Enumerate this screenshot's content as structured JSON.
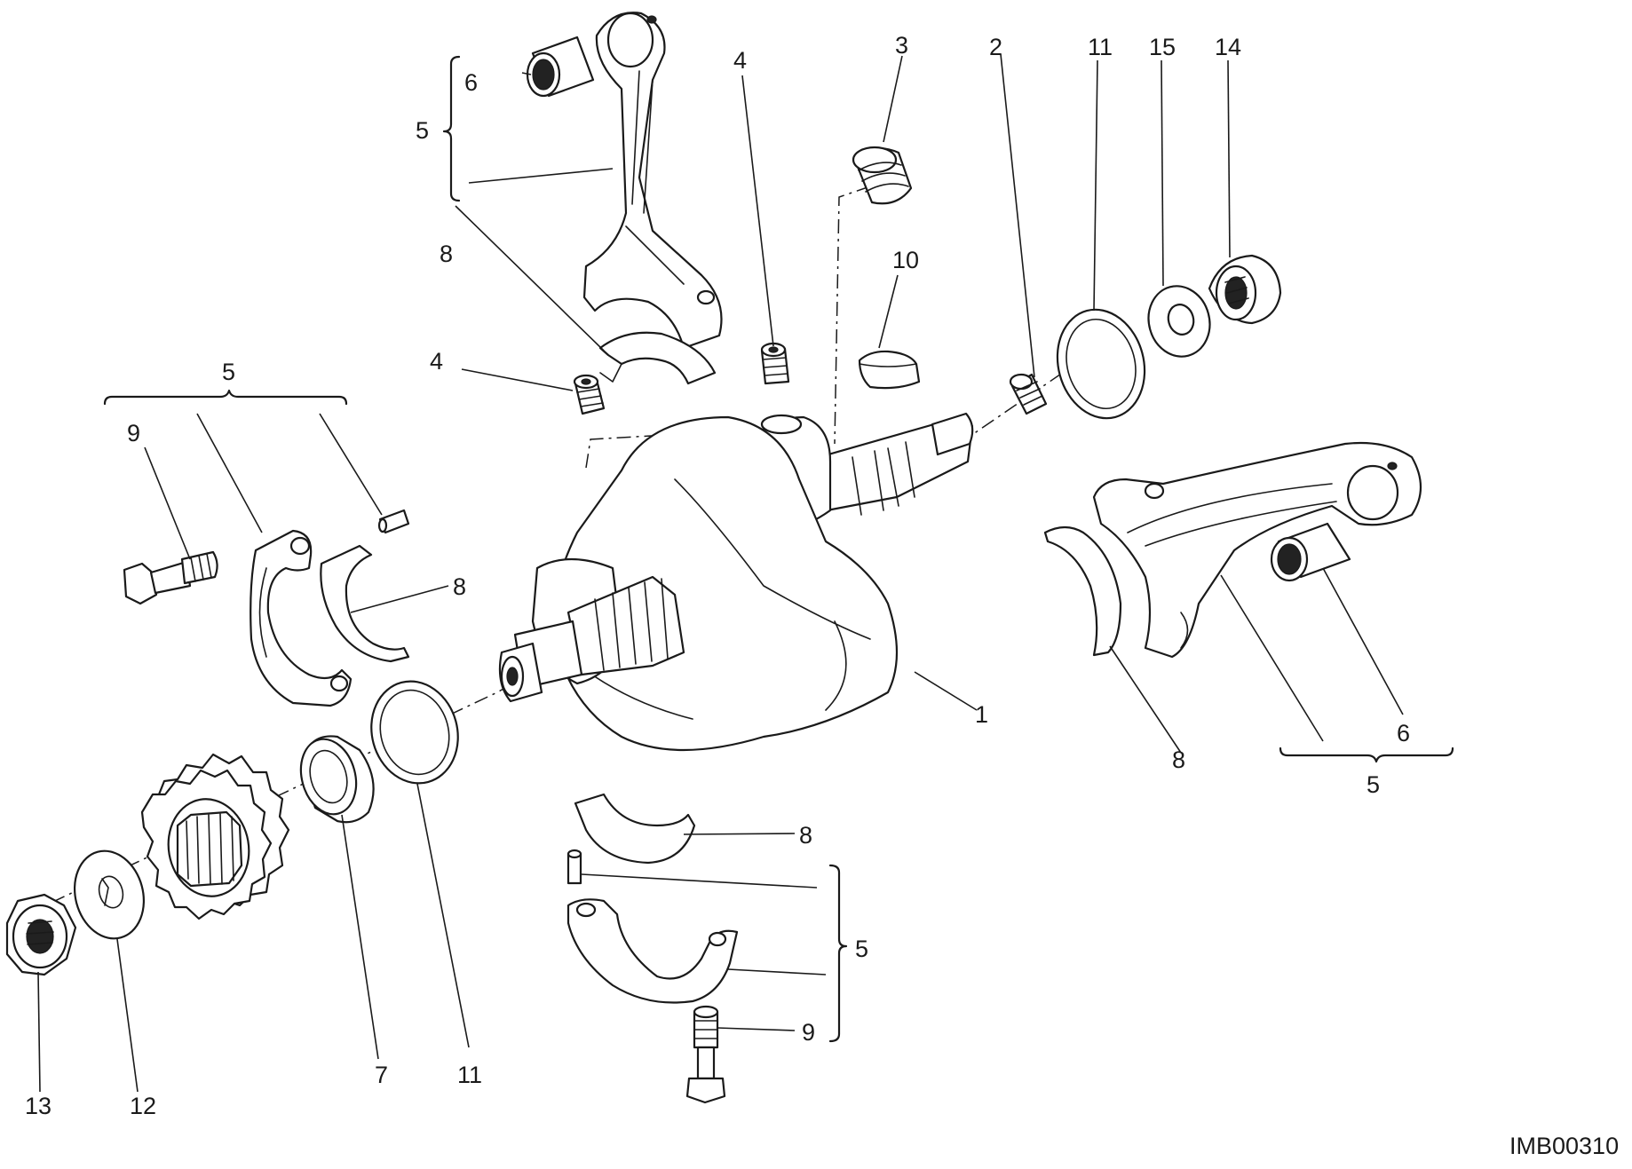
{
  "drawing_code": "IMB00310",
  "callouts": {
    "c1": "1",
    "c2": "2",
    "c3": "3",
    "c4a": "4",
    "c4b": "4",
    "c5a": "5",
    "c5b": "5",
    "c5c": "5",
    "c5d": "5",
    "c6a": "6",
    "c6b": "6",
    "c7": "7",
    "c8a": "8",
    "c8b": "8",
    "c8c": "8",
    "c8d": "8",
    "c9a": "9",
    "c9b": "9",
    "c10": "10",
    "c11a": "11",
    "c11b": "11",
    "c12": "12",
    "c13": "13",
    "c14": "14",
    "c15": "15"
  }
}
